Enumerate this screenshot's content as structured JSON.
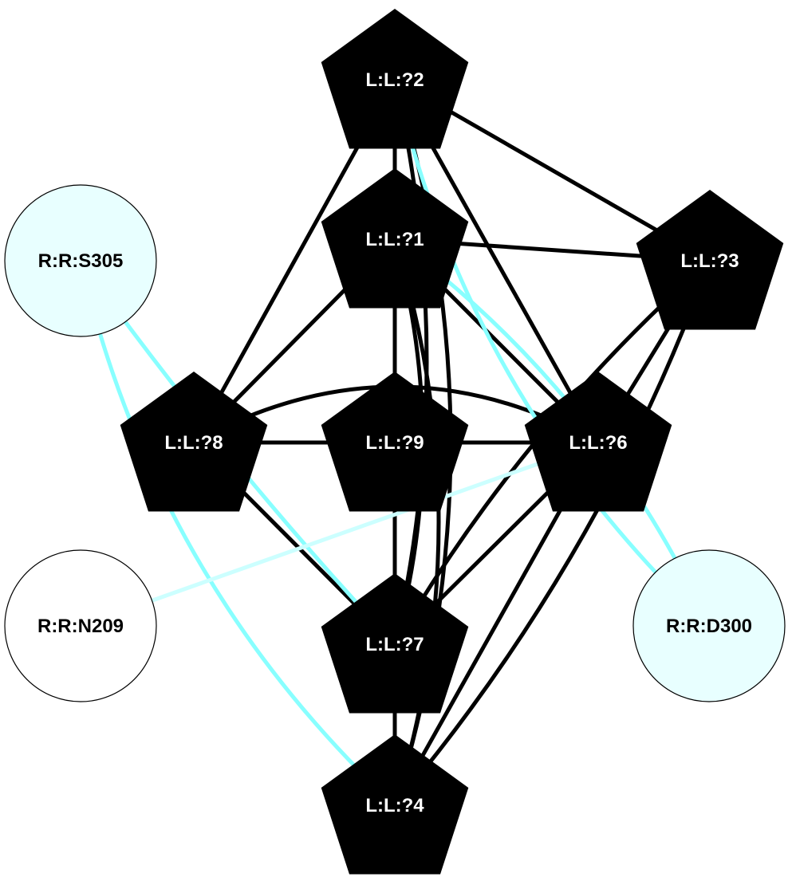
{
  "diagram": {
    "type": "interaction-network",
    "colors": {
      "ligand_fill": "#000000",
      "ligand_text": "#ffffff",
      "residue_text": "#000000",
      "residue_stroke": "#000000",
      "edge_ligand_ligand": "#000000",
      "edge_hbond": "#88ffff",
      "edge_weak": "#ccffff"
    },
    "nodes": [
      {
        "id": "L2",
        "label": "L:L:?2",
        "shape": "pentagon",
        "fill": "#000000"
      },
      {
        "id": "L1",
        "label": "L:L:?1",
        "shape": "pentagon",
        "fill": "#000000"
      },
      {
        "id": "L3",
        "label": "L:L:?3",
        "shape": "pentagon",
        "fill": "#000000"
      },
      {
        "id": "L8",
        "label": "L:L:?8",
        "shape": "pentagon",
        "fill": "#000000"
      },
      {
        "id": "L9",
        "label": "L:L:?9",
        "shape": "pentagon",
        "fill": "#000000"
      },
      {
        "id": "L6",
        "label": "L:L:?6",
        "shape": "pentagon",
        "fill": "#000000"
      },
      {
        "id": "L7",
        "label": "L:L:?7",
        "shape": "pentagon",
        "fill": "#000000"
      },
      {
        "id": "L4",
        "label": "L:L:?4",
        "shape": "pentagon",
        "fill": "#000000"
      },
      {
        "id": "S305",
        "label": "R:R:S305",
        "shape": "circle",
        "fill": "#e8ffff"
      },
      {
        "id": "N209",
        "label": "R:R:N209",
        "shape": "circle",
        "fill": "#ffffff"
      },
      {
        "id": "D300",
        "label": "R:R:D300",
        "shape": "circle",
        "fill": "#e8ffff"
      }
    ],
    "edges": [
      {
        "source": "L2",
        "target": "L1",
        "kind": "ligand"
      },
      {
        "source": "L2",
        "target": "L3",
        "kind": "ligand"
      },
      {
        "source": "L2",
        "target": "L8",
        "kind": "ligand"
      },
      {
        "source": "L2",
        "target": "L6",
        "kind": "ligand"
      },
      {
        "source": "L2",
        "target": "L7",
        "kind": "ligand"
      },
      {
        "source": "L2",
        "target": "L4",
        "kind": "ligand"
      },
      {
        "source": "L1",
        "target": "L3",
        "kind": "ligand"
      },
      {
        "source": "L1",
        "target": "L8",
        "kind": "ligand"
      },
      {
        "source": "L1",
        "target": "L9",
        "kind": "ligand"
      },
      {
        "source": "L1",
        "target": "L6",
        "kind": "ligand"
      },
      {
        "source": "L1",
        "target": "L7",
        "kind": "ligand"
      },
      {
        "source": "L1",
        "target": "L4",
        "kind": "ligand"
      },
      {
        "source": "L3",
        "target": "L6",
        "kind": "ligand"
      },
      {
        "source": "L3",
        "target": "L7",
        "kind": "ligand"
      },
      {
        "source": "L3",
        "target": "L4",
        "kind": "ligand"
      },
      {
        "source": "L8",
        "target": "L9",
        "kind": "ligand"
      },
      {
        "source": "L8",
        "target": "L6",
        "kind": "ligand"
      },
      {
        "source": "L8",
        "target": "L7",
        "kind": "ligand"
      },
      {
        "source": "L9",
        "target": "L6",
        "kind": "ligand"
      },
      {
        "source": "L9",
        "target": "L7",
        "kind": "ligand"
      },
      {
        "source": "L6",
        "target": "L7",
        "kind": "ligand"
      },
      {
        "source": "L6",
        "target": "L4",
        "kind": "ligand"
      },
      {
        "source": "L7",
        "target": "L4",
        "kind": "ligand"
      },
      {
        "source": "S305",
        "target": "L7",
        "kind": "hbond"
      },
      {
        "source": "S305",
        "target": "L4",
        "kind": "hbond"
      },
      {
        "source": "D300",
        "target": "L2",
        "kind": "hbond"
      },
      {
        "source": "D300",
        "target": "L1",
        "kind": "hbond"
      },
      {
        "source": "N209",
        "target": "L6",
        "kind": "weak"
      }
    ]
  }
}
